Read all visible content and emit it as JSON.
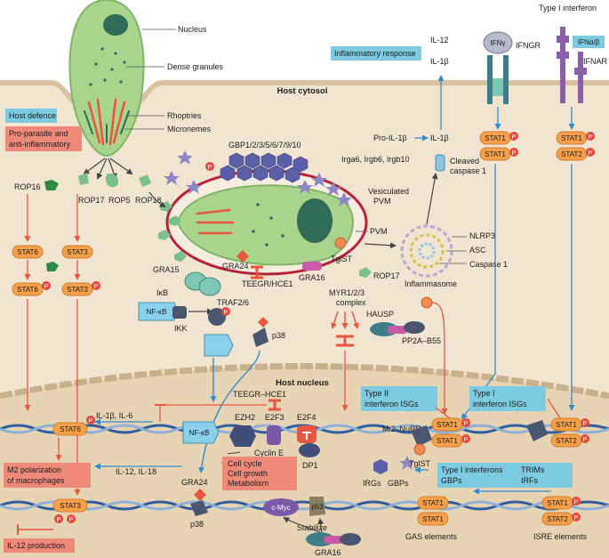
{
  "regions": {
    "host_cytosol": "Host cytosol",
    "host_nucleus": "Host nucleus"
  },
  "parasite": {
    "nucleus": "Nucleus",
    "dense_granules": "Dense granules",
    "rhoptries": "Rhoptries",
    "micronemes": "Micronemes"
  },
  "boxes": {
    "host_defence": "Host defence",
    "pro_parasite_line1": "Pro-parasite and",
    "pro_parasite_line2": "anti-inflammatory",
    "inflammatory_response": "Inflammatory response",
    "type2_isgs_line1": "Type II",
    "type2_isgs_line2": "interferon ISGs",
    "type1_isgs_line1": "Type I",
    "type1_isgs_line2": "interferon ISGs",
    "m2_line1": "M2 polarization",
    "m2_line2": "of macrophages",
    "il12_production": "IL-12 production",
    "cell_cycle": "Cell cycle",
    "cell_growth": "Cell growth",
    "metabolism": "Metabolism",
    "type1_interferons": "Type I interferons",
    "gbps_bullet": "GBPs",
    "trims": "TRIMs",
    "irfs": "IRFs"
  },
  "labels": {
    "rop16": "ROP16",
    "rop17": "ROP17",
    "rop5": "ROP5",
    "rop18": "ROP18",
    "rop17_right": "ROP17",
    "gbp": "GBP1/2/3/5/6/7/9/10",
    "irga": "Irga6, Irgb6, Irgb10",
    "vesiculated_line1": "Vesiculated",
    "vesiculated_line2": "PVM",
    "pvm": "PVM",
    "tglst": "TglST",
    "tglst_nucleus": "TglST",
    "gra24": "GRA24",
    "gra24_nucleus": "GRA24",
    "gra15": "GRA15",
    "gra16": "GRA16",
    "gra16_bottom": "GRA16",
    "teegr": "TEEGR/HCE1",
    "teegr_nucleus": "TEEGR–HCE1",
    "traf": "TRAF2/6",
    "ikb": "IκB",
    "nfkb": "NF-κB",
    "nfkb_nucleus": "NF-κB",
    "ikk": "IKK",
    "p38": "p38",
    "p38_nucleus": "p38",
    "myr_line1": "MYR1/2/3",
    "myr_line2": "complex",
    "hausp": "HAUSP",
    "pp2a": "PP2A–B55",
    "nlrp3": "NLRP3",
    "asc": "ASC",
    "caspase1": "Caspase 1",
    "inflammasome": "Inflammasome",
    "pro_il1b": "Pro-IL-1β",
    "il1b_mid": "IL-1β",
    "cleaved_line1": "Cleaved",
    "cleaved_line2": "caspase 1",
    "il12_top": "IL-12",
    "il1b_top": "IL-1β",
    "ifng": "IFNγ",
    "ifngr": "IFNGR",
    "type1_interferon": "Type I interferon",
    "ifnab": "IFNα/β",
    "ifnar": "IFNAR",
    "stat1": "STAT1",
    "stat2": "STAT2",
    "stat3": "STAT3",
    "stat6": "STAT6",
    "phospho": "P",
    "il1b_il6": "IL-1β, IL-6",
    "il12_il18": "IL-12, IL-18",
    "ezh2": "EZH2",
    "e2f3": "E2F3",
    "e2f4": "E2F4",
    "cyclin_e": "Cyclin E",
    "dp1": "DP1",
    "mi2_nurd": "Mi2–NuRD",
    "irgs": "IRGs",
    "gbps": "GBPs",
    "cmyc": "c-Myc",
    "p53": "p53",
    "stabilize": "Stabilize",
    "gas_elements": "GAS elements",
    "isre_elements": "ISRE elements"
  },
  "colors": {
    "cytosol": "#f1e5d2",
    "nucleoplasm": "#e7d4b4",
    "membrane": "#d6c29f",
    "parasite": "#a8d48c",
    "parasite_dark": "#2f6b55",
    "stat": "#f5a04a",
    "phospho": "#e9473a",
    "red_box": "#ef8a7b",
    "blue_box": "#7dcbe0",
    "arrow_blue": "#2f8ccf",
    "arrow_red": "#e9553f",
    "vacuole": "#b4233a"
  }
}
